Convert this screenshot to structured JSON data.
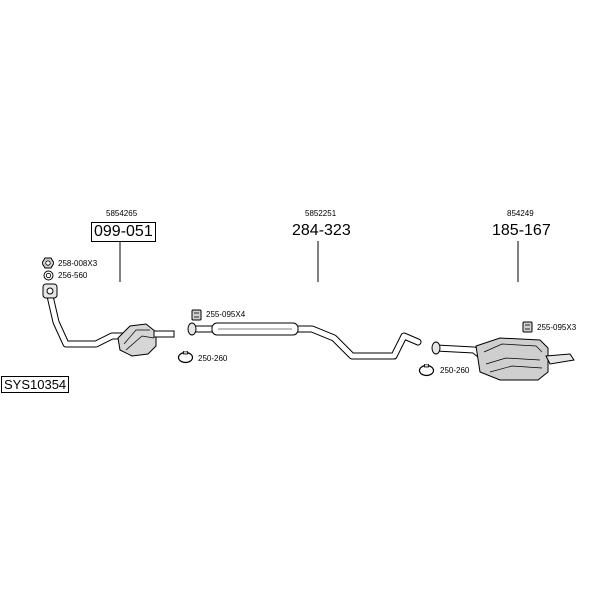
{
  "system": {
    "code": "SYS10354"
  },
  "assemblies": [
    {
      "oe_number": "5854265",
      "part_number": "099-051",
      "boxed": true
    },
    {
      "oe_number": "5852251",
      "part_number": "284-323",
      "boxed": false
    },
    {
      "oe_number": "854249",
      "part_number": "185-167",
      "boxed": false
    }
  ],
  "accessories": {
    "nut_front": "258-008X3",
    "gasket_front": "256-560",
    "clamp_mid": "255-095X4",
    "ring_mid": "250-260",
    "clamp_rear": "255-095X3",
    "ring_rear": "250-260"
  },
  "icons": [
    "hex-nut-icon",
    "gasket-ring-icon",
    "clamp-bolt-icon",
    "pipe-clamp-ring-icon"
  ],
  "colors": {
    "line": "#000000",
    "pipe_fill": "#ffffff",
    "muffler_shade": "#cfcfcf"
  }
}
